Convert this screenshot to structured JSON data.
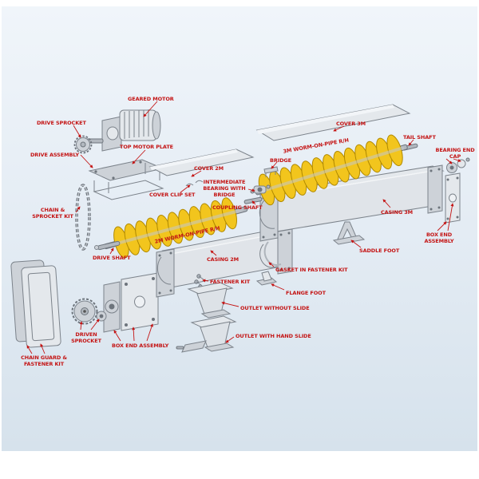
{
  "figure": {
    "kind": "exploded-parts-diagram",
    "subject": "Screw Conveyor Assembly",
    "background_color": "#e7eef5",
    "label_color": "#c41414",
    "auger_color": "#f2c51d",
    "metal_color": "#d9dee3"
  },
  "labels": {
    "geared_motor": "GEARED MOTOR",
    "drive_sprocket": "DRIVE SPROCKET",
    "drive_assembly": "DRIVE ASSEMBLY",
    "top_motor_plate": "TOP MOTOR PLATE",
    "cover_2m": "COVER 2M",
    "cover_3m": "COVER 3M",
    "cover_clip_set": "COVER CLIP SET",
    "tail_shaft": "TAIL SHAFT",
    "bearing_end_cap": "BEARING END CAP",
    "bridge": "BRIDGE",
    "worm_3m": "3M WORM-ON-PIPE R/H",
    "intermediate_bearing": "INTERMEDIATE BEARING WITH BRIDGE",
    "coupling_shaft": "COUPLING SHAFT",
    "chain_sprocket_kit": "CHAIN & SPROCKET KIT",
    "worm_2m": "2M WORM-ON-PIPE R/H",
    "casing_3m": "CASING 3M",
    "box_end_assembly_right": "BOX END ASSEMBLY",
    "drive_shaft": "DRIVE SHAFT",
    "casing_2m": "CASING 2M",
    "saddle_foot": "SADDLE FOOT",
    "gasket_in_fastener_kit": "GASKET IN FASTENER KIT",
    "fastener_kit": "FASTENER KIT",
    "flange_foot": "FLANGE FOOT",
    "outlet_without_slide": "OUTLET WITHOUT SLIDE",
    "driven_sprocket": "DRIVEN SPROCKET",
    "box_end_assembly_left": "BOX END ASSEMBLY",
    "outlet_with_hand_slide": "OUTLET WITH HAND SLIDE",
    "chain_guard_fastener_kit": "CHAIN GUARD & FASTENER KIT"
  }
}
